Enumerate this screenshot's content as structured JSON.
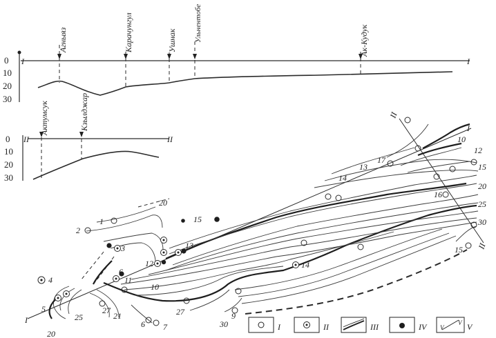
{
  "profile_1": {
    "roman": "I",
    "depth_ticks": [
      "0",
      "10",
      "20",
      "30"
    ],
    "stations": [
      "Агныяз",
      "Карачунгул",
      "Ушнак",
      "Ульнентобе",
      "Ак-Кудук"
    ]
  },
  "profile_2": {
    "roman": "II",
    "depth_ticks": [
      "0",
      "10",
      "20",
      "30"
    ],
    "stations": [
      "Актумсук",
      "Кзылджар"
    ]
  },
  "map": {
    "section_labels": [
      "I",
      "II"
    ],
    "contour_labels": [
      "1",
      "2",
      "3",
      "4",
      "5",
      "6",
      "7",
      "9",
      "10",
      "11",
      "12",
      "13",
      "14",
      "15",
      "16",
      "17",
      "20",
      "21",
      "25",
      "27",
      "30"
    ]
  },
  "legend": [
    {
      "symbol": "open-circle",
      "roman": "I"
    },
    {
      "symbol": "dotted-circle",
      "roman": "II"
    },
    {
      "symbol": "isolines",
      "roman": "III"
    },
    {
      "symbol": "filled-drop",
      "roman": "IV"
    },
    {
      "symbol": "section-line",
      "roman": "V"
    }
  ]
}
